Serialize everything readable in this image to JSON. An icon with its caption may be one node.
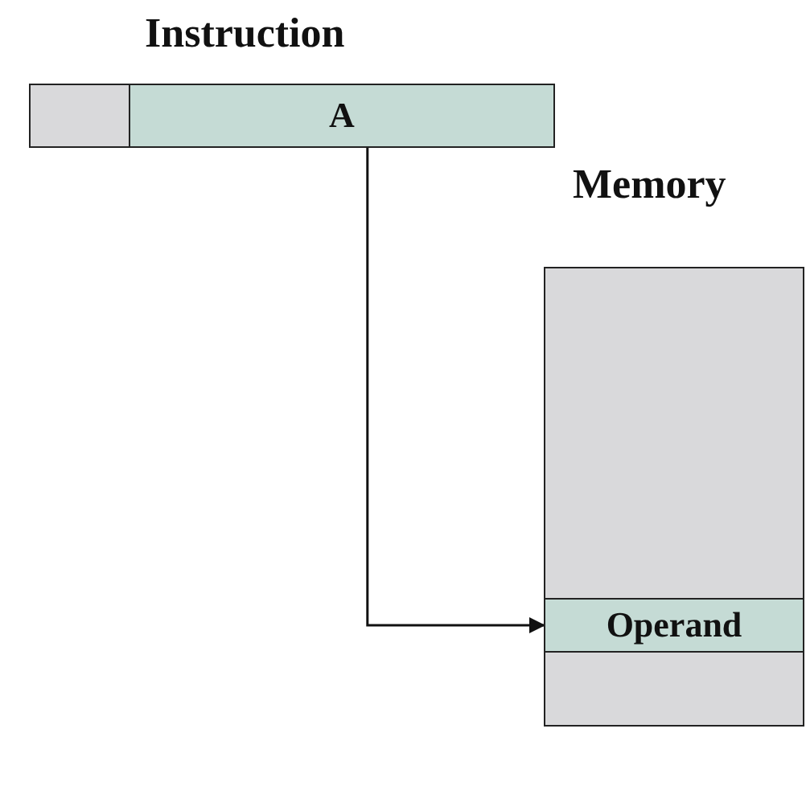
{
  "diagram": {
    "nodes": [
      {
        "text": [
          "Instruction"
        ]
      },
      {
        "text": [],
        "shape": "box",
        "in": 0
      },
      {
        "text": [
          "A"
        ],
        "in": 0
      },
      {
        "text": [
          "Memory"
        ]
      },
      {
        "text": [],
        "shape": "box",
        "in": 3
      },
      {
        "text": [
          "Operand"
        ],
        "in": 3
      },
      {
        "text": [],
        "shape": "box",
        "in": 3
      }
    ],
    "edges": [
      {
        "from": 2,
        "to": 5,
        "arrow": "to"
      }
    ]
  }
}
